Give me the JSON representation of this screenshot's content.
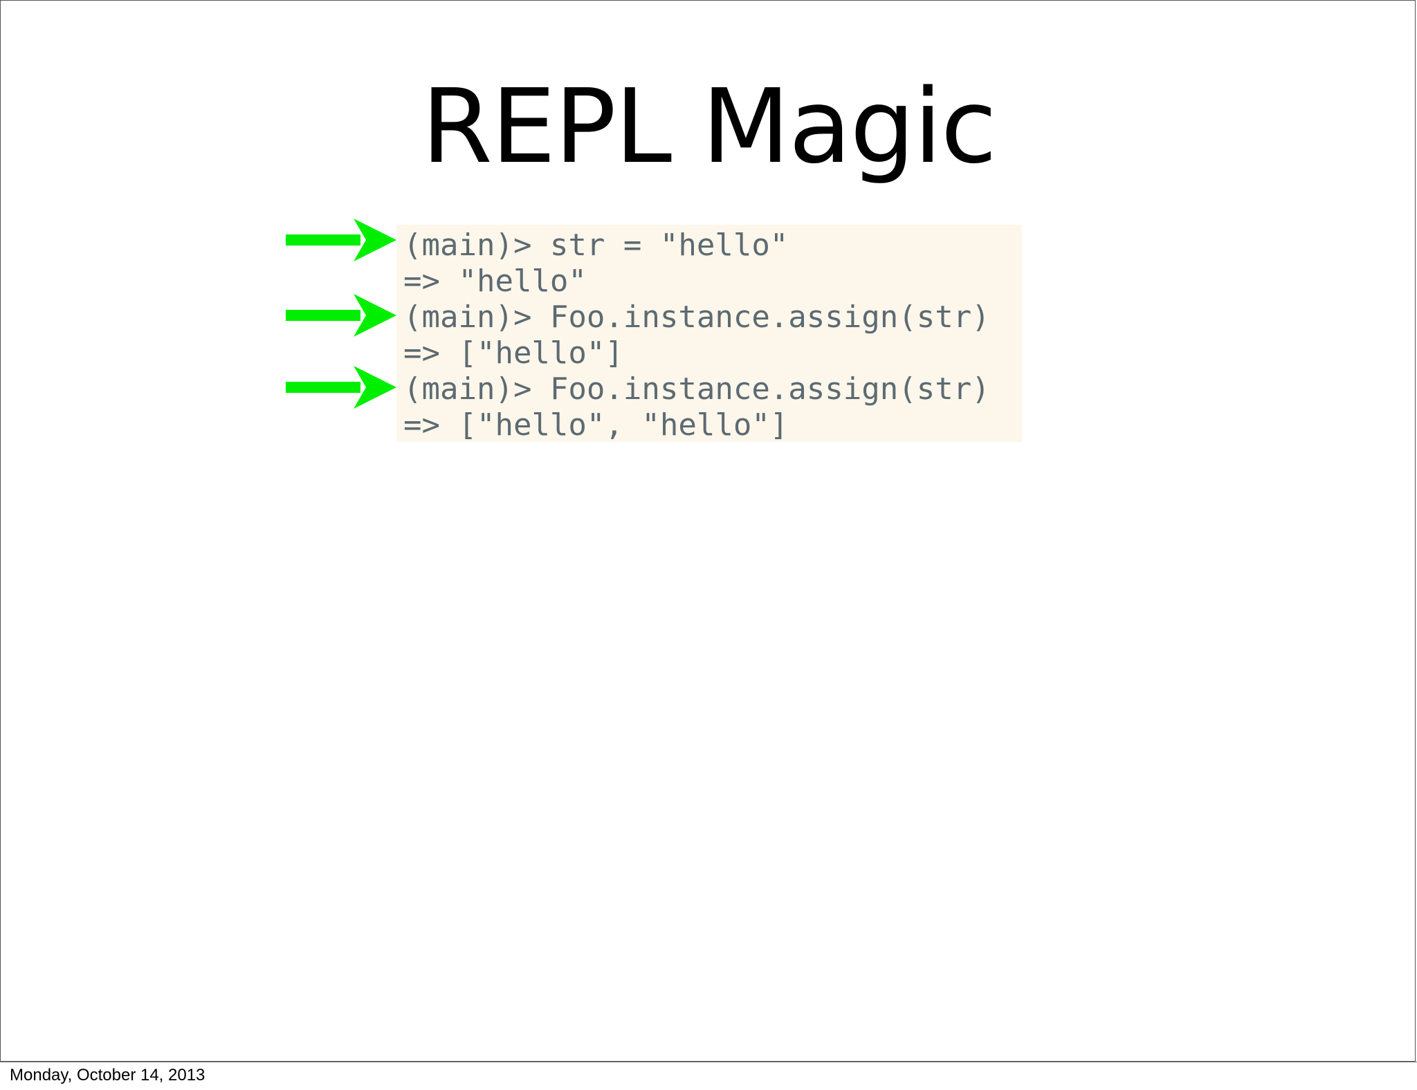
{
  "slide": {
    "title": "REPL Magic",
    "code_lines": [
      "(main)> str = \"hello\"",
      "=> \"hello\"",
      "(main)> Foo.instance.assign(str)",
      "=> [\"hello\"]",
      "(main)> Foo.instance.assign(str)",
      "=> [\"hello\", \"hello\"]"
    ],
    "arrow_color": "#00ee00",
    "code_background": "#fdf6ea",
    "code_text_color": "#5c6a72"
  },
  "footer": {
    "date": "Monday, October 14, 2013"
  }
}
